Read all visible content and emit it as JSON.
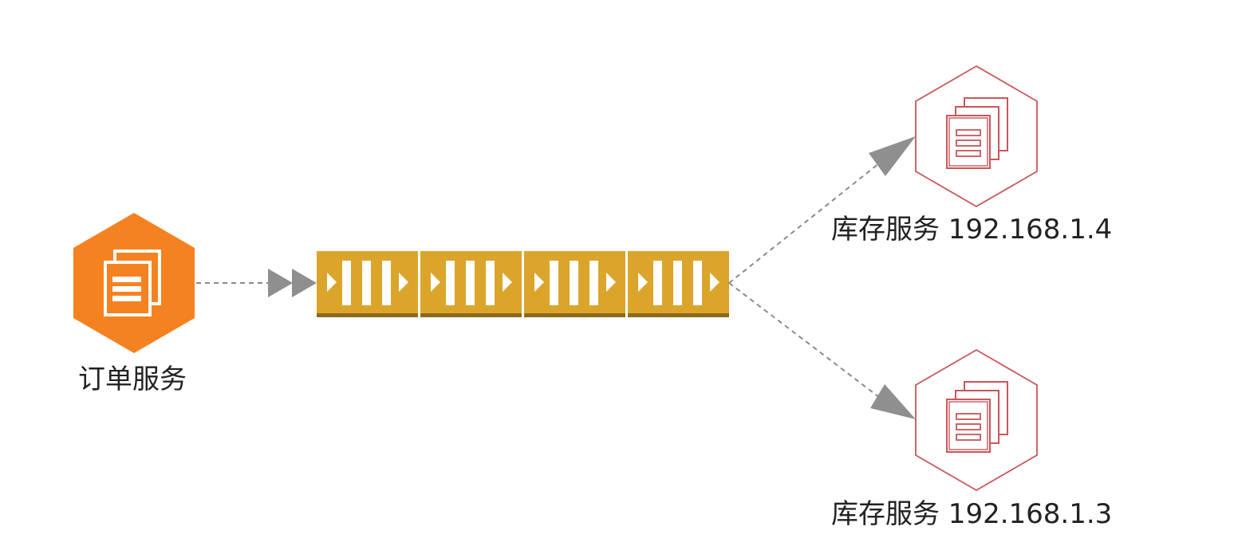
{
  "nodes": {
    "order_service": {
      "label": "订单服务",
      "color": "#F58220",
      "icon": "document-stack-icon"
    },
    "queue": {
      "color": "#DBA52B",
      "shadow_color": "#8E6A1C",
      "icon": "message-queue-icon",
      "segments": 4
    },
    "inventory_services": [
      {
        "label": "库存服务 192.168.1.4",
        "color": "#C9565A",
        "icon": "document-stack-icon"
      },
      {
        "label": "库存服务 192.168.1.3",
        "color": "#C9565A",
        "icon": "document-stack-icon"
      }
    ]
  },
  "edges": {
    "color": "#8A8A8A",
    "arrow_color": "#8F8F8F",
    "style": "dashed"
  }
}
